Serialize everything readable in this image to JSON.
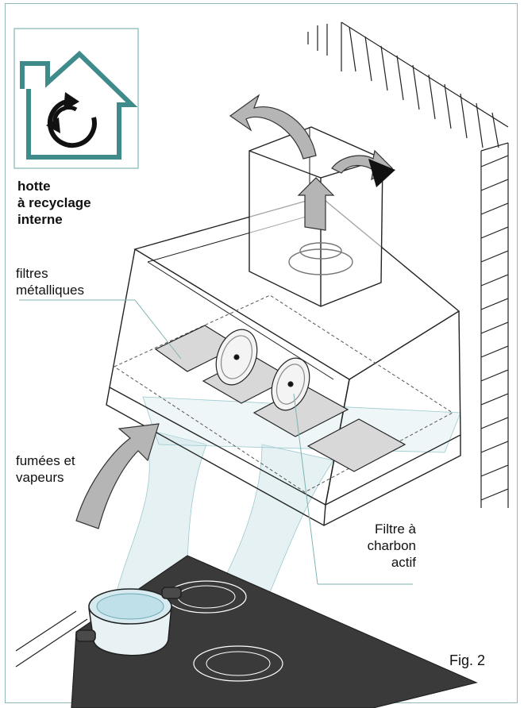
{
  "icon": {
    "name": "recycling-house-icon",
    "color": "#3f8a8a"
  },
  "labels": {
    "mode": [
      "hotte",
      "à recyclage",
      "interne"
    ],
    "metal_filters": [
      "filtres",
      "métalliques"
    ],
    "fumes": [
      "fumées et",
      "vapeurs"
    ],
    "carbon_filter": [
      "Filtre à",
      "charbon",
      "actif"
    ],
    "figure": "Fig. 2"
  },
  "colors": {
    "frame": "#8fb8b8",
    "airflow": "#cfe6ea",
    "arrow_fill": "#b5b5b5",
    "wall_hatch": "#222222",
    "cooktop": "#3a3a3a"
  }
}
